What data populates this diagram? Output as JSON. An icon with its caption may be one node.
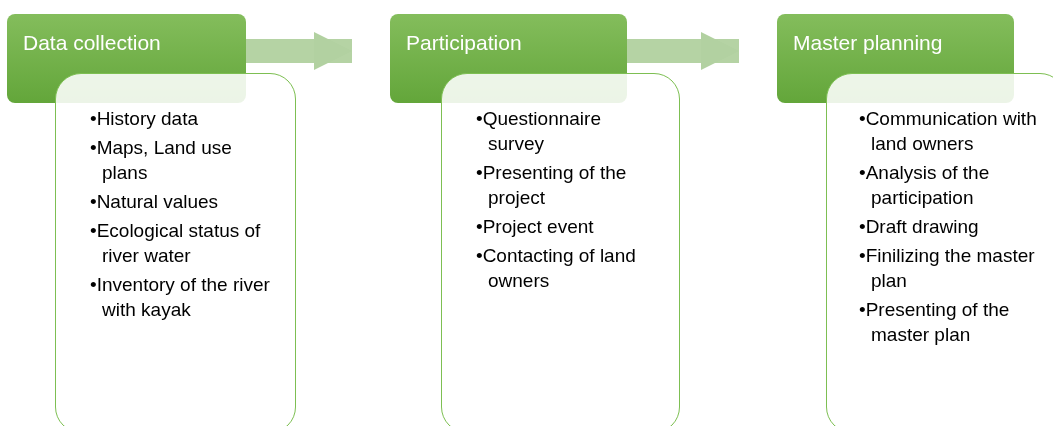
{
  "diagram": {
    "nodes": [
      {
        "text": [
          "Data collection"
        ]
      },
      {
        "text": [
          "•History data",
          "•Maps, Land use plans",
          "•Natural values",
          "•Ecological status of river water",
          "•Inventory of the river with kayak"
        ]
      },
      {
        "text": [
          "Participation"
        ]
      },
      {
        "text": [
          "•Questionnaire survey",
          "•Presenting of the project",
          "•Project event",
          "•Contacting of land owners"
        ]
      },
      {
        "text": [
          "Master planning"
        ]
      },
      {
        "text": [
          "•Communication with land owners",
          "•Analysis of the participation",
          "•Draft drawing",
          "•Finilizing the master plan",
          "•Presenting of the master plan"
        ]
      }
    ],
    "edges": [
      {
        "from": 0,
        "to": 2,
        "arrow": "to"
      },
      {
        "from": 2,
        "to": 4,
        "arrow": "to"
      }
    ]
  }
}
